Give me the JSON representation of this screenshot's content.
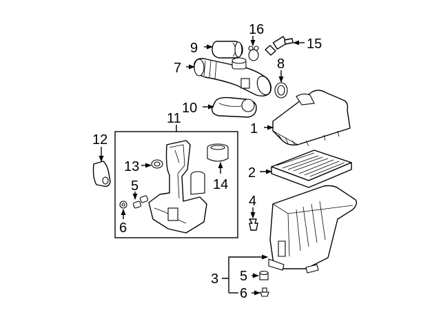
{
  "diagram": {
    "callouts": {
      "c1": "1",
      "c2": "2",
      "c3": "3",
      "c4": "4",
      "c5_top": "5",
      "c5_bottom": "5",
      "c6_top": "6",
      "c6_bottom": "6",
      "c7": "7",
      "c8": "8",
      "c9": "9",
      "c10": "10",
      "c11": "11",
      "c12": "12",
      "c13": "13",
      "c14": "14",
      "c15": "15",
      "c16": "16"
    },
    "colors": {
      "line": "#000000",
      "background": "#ffffff"
    }
  }
}
